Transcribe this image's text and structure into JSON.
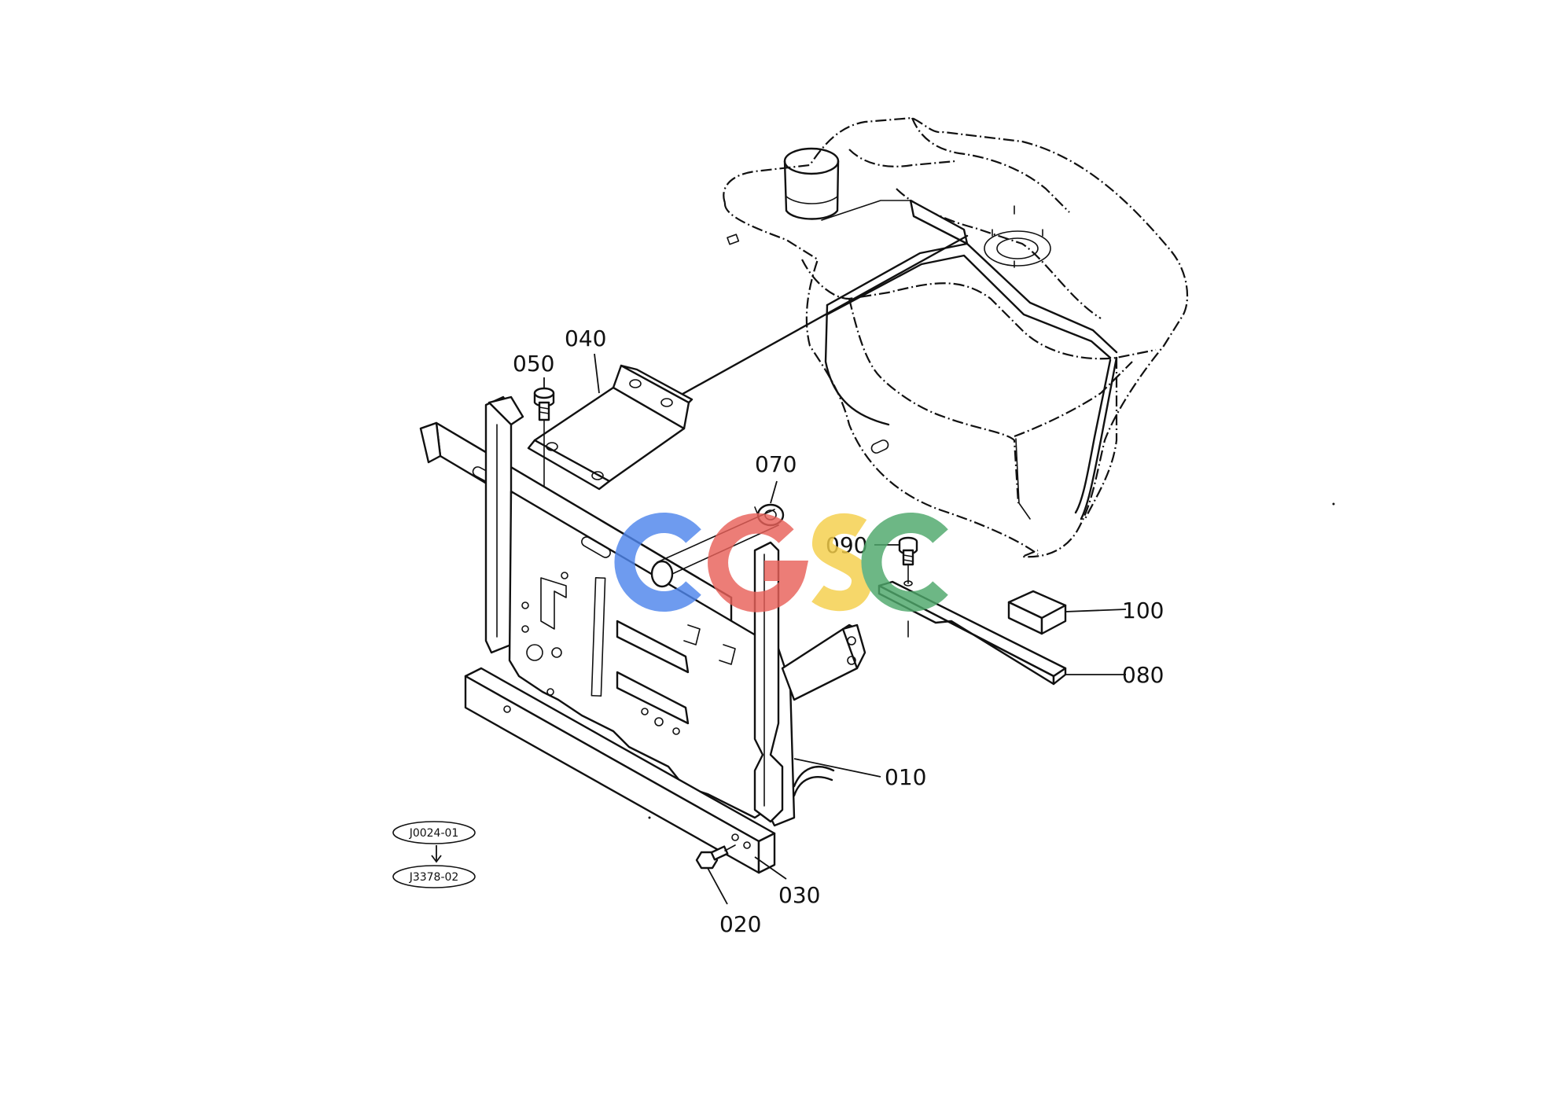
{
  "diagram": {
    "part_labels": [
      {
        "id": "p010",
        "text": "010"
      },
      {
        "id": "p020",
        "text": "020"
      },
      {
        "id": "p030",
        "text": "030"
      },
      {
        "id": "p040",
        "text": "040"
      },
      {
        "id": "p050",
        "text": "050"
      },
      {
        "id": "p070",
        "text": "070"
      },
      {
        "id": "p080",
        "text": "080"
      },
      {
        "id": "p090",
        "text": "090"
      },
      {
        "id": "p100",
        "text": "100"
      }
    ],
    "reference_codes": {
      "top": "J0024-01",
      "bottom": "J3378-02"
    }
  },
  "watermark": {
    "text": "CGSC",
    "colors": [
      "#4f86ec",
      "#e8615a",
      "#f5cf4a",
      "#4ea86b"
    ]
  }
}
